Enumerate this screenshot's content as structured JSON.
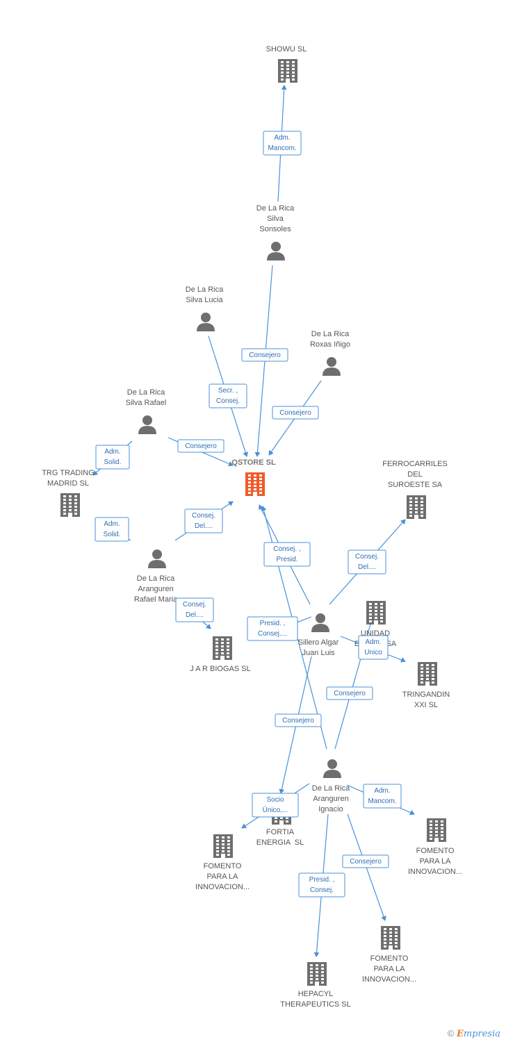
{
  "nodes": [
    {
      "id": "showu",
      "type": "company",
      "lines": [
        "SHOWU SL"
      ]
    },
    {
      "id": "sonsoles",
      "type": "person",
      "lines": [
        "De La Rica",
        "Silva",
        "Sonsoles"
      ]
    },
    {
      "id": "lucia",
      "type": "person",
      "lines": [
        "De La Rica",
        "Silva Lucia"
      ]
    },
    {
      "id": "inigo",
      "type": "person",
      "lines": [
        "De La Rica",
        "Roxas Iñigo"
      ]
    },
    {
      "id": "rafael",
      "type": "person",
      "lines": [
        "De La Rica",
        "Silva Rafael"
      ]
    },
    {
      "id": "qstore",
      "type": "company-main",
      "lines": [
        "QSTORE SL"
      ]
    },
    {
      "id": "trg",
      "type": "company",
      "lines": [
        "TRG TRADING",
        "MADRID SL"
      ]
    },
    {
      "id": "ferro",
      "type": "company",
      "lines": [
        "FERROCARRILES",
        "DEL",
        "SUROESTE SA"
      ]
    },
    {
      "id": "rafmaria",
      "type": "person",
      "lines": [
        "De La Rica",
        "Aranguren",
        "Rafael Maria"
      ]
    },
    {
      "id": "jar",
      "type": "company",
      "lines": [
        "J A R BIOGAS SL"
      ]
    },
    {
      "id": "juanluis",
      "type": "person",
      "lines": [
        "Sillero Algar",
        "Juan Luis"
      ]
    },
    {
      "id": "unidad",
      "type": "company",
      "lines": [
        "UNIDAD",
        "ED          SA"
      ]
    },
    {
      "id": "tringandin",
      "type": "company",
      "lines": [
        "TRINGANDIN",
        "XXI SL"
      ]
    },
    {
      "id": "ignacio",
      "type": "person",
      "lines": [
        "De La Rica",
        "Aranguren",
        "Ignacio"
      ]
    },
    {
      "id": "fortia",
      "type": "company",
      "lines": [
        "FORTIA",
        "ENERGIA  SL"
      ]
    },
    {
      "id": "fomento1",
      "type": "company",
      "lines": [
        "FOMENTO",
        "PARA LA",
        "INNOVACION..."
      ]
    },
    {
      "id": "fomento2",
      "type": "company",
      "lines": [
        "FOMENTO",
        "PARA LA",
        "INNOVACION..."
      ]
    },
    {
      "id": "fomento3",
      "type": "company",
      "lines": [
        "FOMENTO",
        "PARA LA",
        "INNOVACION..."
      ]
    },
    {
      "id": "hepacyl",
      "type": "company",
      "lines": [
        "HEPACYL",
        "THERAPEUTICS SL"
      ]
    }
  ],
  "edges": [
    {
      "id": "e1",
      "lines": [
        "Adm.",
        "Mancom."
      ]
    },
    {
      "id": "e2",
      "lines": [
        "Consejero"
      ]
    },
    {
      "id": "e3",
      "lines": [
        "Secr. ,",
        "Consej."
      ]
    },
    {
      "id": "e4",
      "lines": [
        "Consejero"
      ]
    },
    {
      "id": "e5",
      "lines": [
        "Consejero"
      ]
    },
    {
      "id": "e6",
      "lines": [
        "Adm.",
        "Solid."
      ]
    },
    {
      "id": "e7",
      "lines": [
        "Adm.",
        "Solid."
      ]
    },
    {
      "id": "e8",
      "lines": [
        "Consej.",
        "Del...."
      ]
    },
    {
      "id": "e9",
      "lines": [
        "Consej.",
        "Del...."
      ]
    },
    {
      "id": "e10",
      "lines": [
        "Consej. ,",
        "Presid."
      ]
    },
    {
      "id": "e11",
      "lines": [
        "Consej.",
        "Del...."
      ]
    },
    {
      "id": "e12",
      "lines": [
        "Presid. ,",
        "Consej...."
      ]
    },
    {
      "id": "e13",
      "lines": [
        "Adm.",
        "Unico"
      ]
    },
    {
      "id": "e14",
      "lines": [
        "Consejero"
      ]
    },
    {
      "id": "e15",
      "lines": [
        "Consejero"
      ]
    },
    {
      "id": "e16",
      "lines": [
        "Socio",
        "Único,..."
      ]
    },
    {
      "id": "e17",
      "lines": [
        "Adm.",
        "Mancom."
      ]
    },
    {
      "id": "e18",
      "lines": [
        "Consejero"
      ]
    },
    {
      "id": "e19",
      "lines": [
        "Presid. ,",
        "Consej."
      ]
    }
  ],
  "colors": {
    "edge": "#4a90d9",
    "icon": "#6e6e6e",
    "main": "#f05a28"
  },
  "watermark": {
    "copyright": "©",
    "brand_e": "E",
    "brand_rest": "mpresia"
  }
}
